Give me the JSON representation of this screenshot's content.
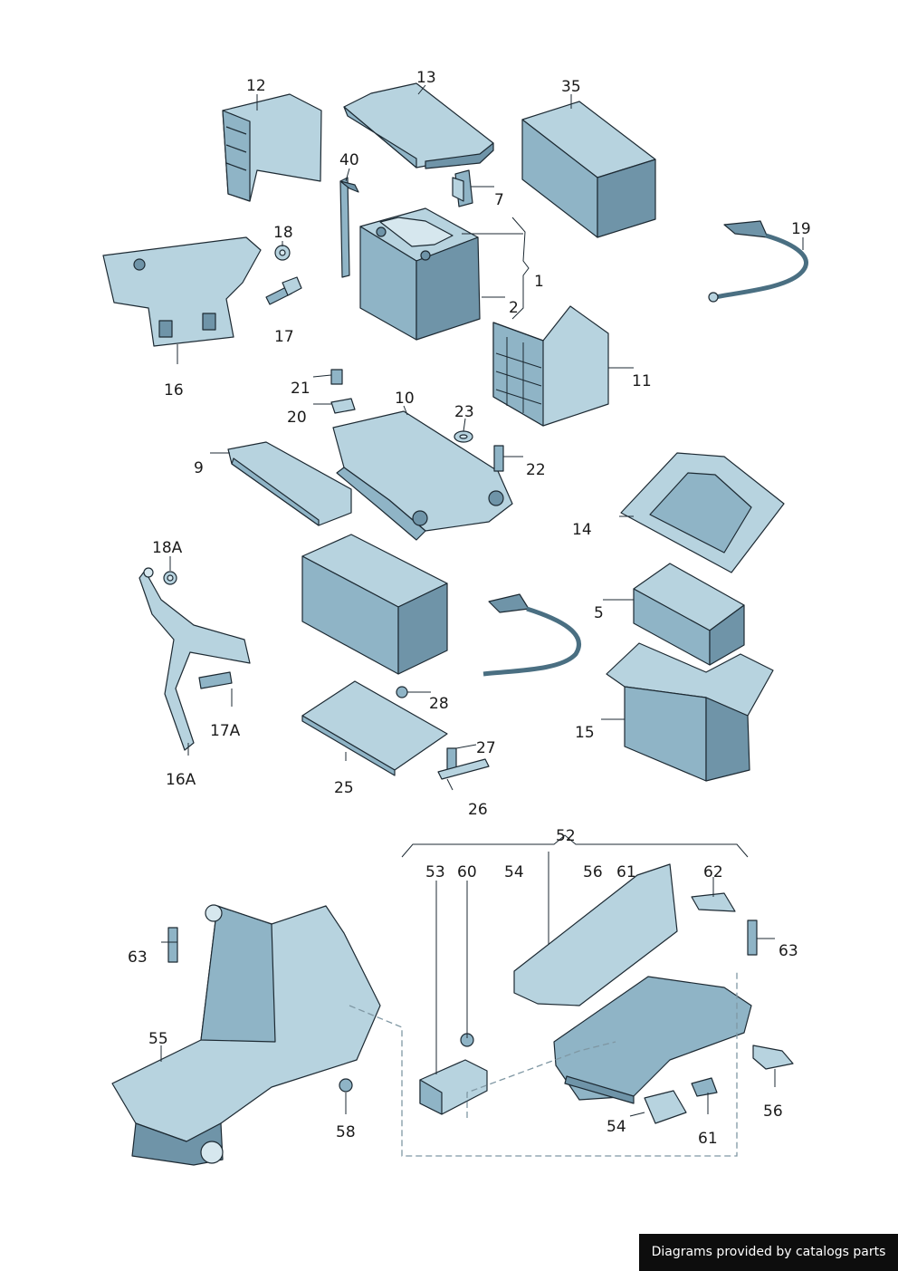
{
  "labels": {
    "l12": "12",
    "l13": "13",
    "l35": "35",
    "l40": "40",
    "l7": "7",
    "l18": "18",
    "l19": "19",
    "l1": "1",
    "l2": "2",
    "l17": "17",
    "l16": "16",
    "l11": "11",
    "l21": "21",
    "l10": "10",
    "l23": "23",
    "l20": "20",
    "l9": "9",
    "l22": "22",
    "l14": "14",
    "l18a": "18A",
    "l5": "5",
    "l28": "28",
    "l17a": "17A",
    "l15": "15",
    "l27": "27",
    "l16a": "16A",
    "l25": "25",
    "l26": "26",
    "l52": "52",
    "l53": "53",
    "l60": "60",
    "l54": "54",
    "l56": "56",
    "l61": "61",
    "l62": "62",
    "l63": "63",
    "l63b": "63",
    "l55": "55",
    "l58": "58",
    "l54b": "54",
    "l61b": "61",
    "l56b": "56"
  },
  "footer": {
    "credit": "Diagrams provided by catalogs parts"
  },
  "colors": {
    "part_light": "#b7d3df",
    "part_mid": "#8fb4c6",
    "part_dark": "#6f94a8",
    "outline": "#1d2a33"
  }
}
